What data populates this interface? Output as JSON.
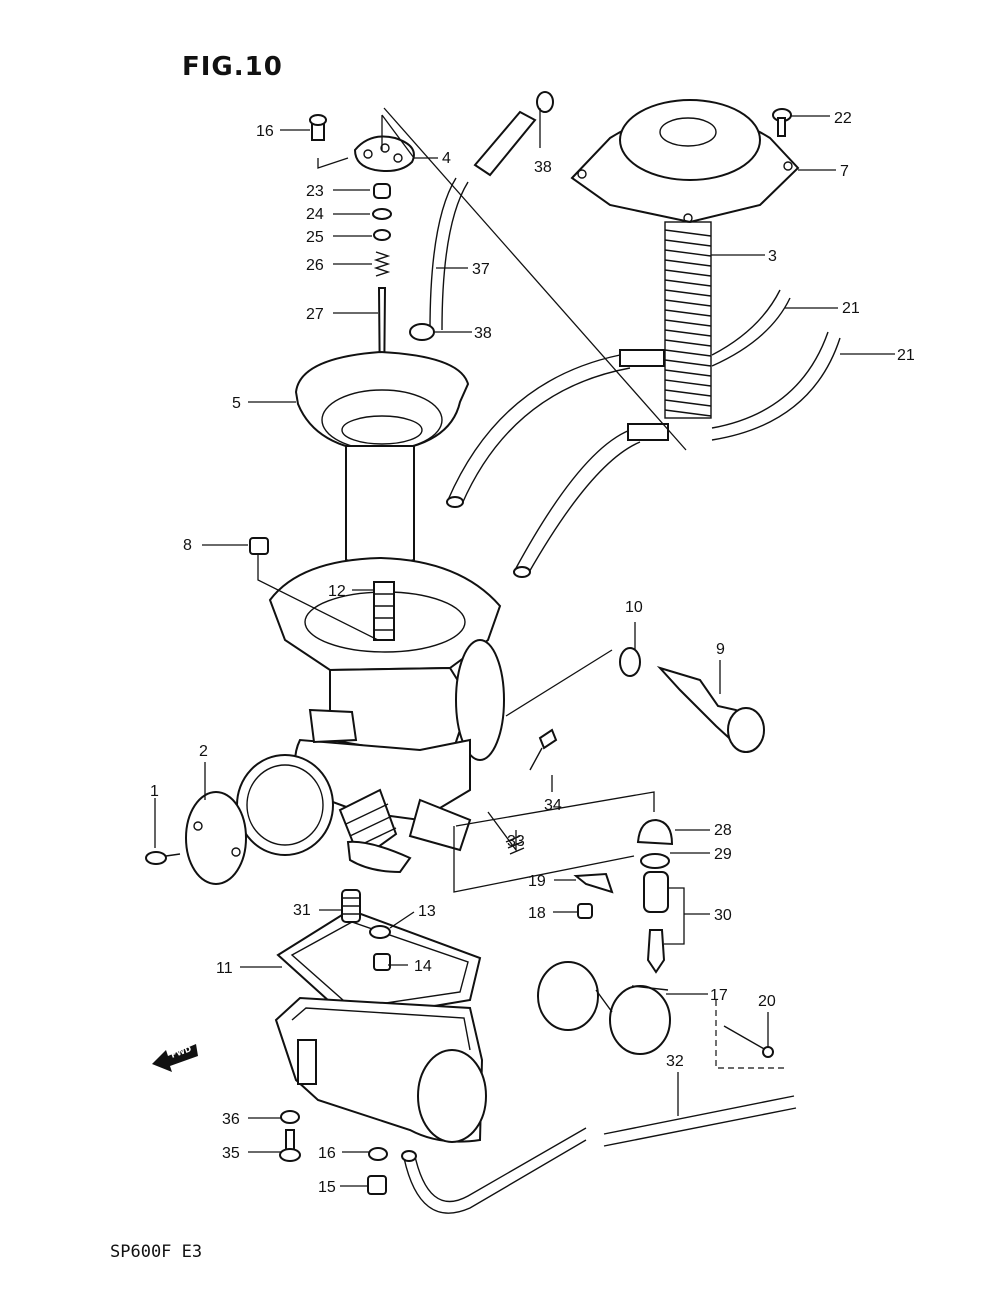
{
  "figure": {
    "title": "FIG.10",
    "model": "SP600F E3"
  },
  "fwd_label": "FWD",
  "callouts": {
    "p1": "1",
    "p2": "2",
    "p3": "3",
    "p4": "4",
    "p5": "5",
    "p7": "7",
    "p8": "8",
    "p9": "9",
    "p10": "10",
    "p11": "11",
    "p12": "12",
    "p13": "13",
    "p14": "14",
    "p15": "15",
    "p16a": "16",
    "p16b": "16",
    "p17": "17",
    "p18": "18",
    "p19": "19",
    "p20": "20",
    "p21a": "21",
    "p21b": "21",
    "p22": "22",
    "p23": "23",
    "p24": "24",
    "p25": "25",
    "p26": "26",
    "p27": "27",
    "p28": "28",
    "p29": "29",
    "p30": "30",
    "p31": "31",
    "p32": "32",
    "p33": "33",
    "p34": "34",
    "p35": "35",
    "p36": "36",
    "p37": "37",
    "p38a": "38",
    "p38b": "38"
  }
}
